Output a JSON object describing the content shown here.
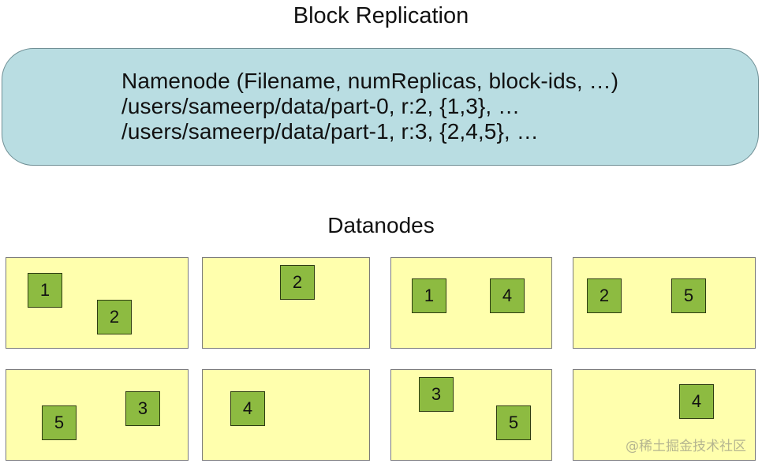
{
  "title": "Block Replication",
  "namenode": {
    "lines": [
      "Namenode (Filename, numReplicas, block-ids, …)",
      "/users/sameerp/data/part-0, r:2, {1,3}, …",
      "/users/sameerp/data/part-1, r:3, {2,4,5}, …"
    ]
  },
  "datanodes_label": "Datanodes",
  "datanodes": [
    {
      "blocks": [
        "1",
        "2"
      ]
    },
    {
      "blocks": [
        "2"
      ]
    },
    {
      "blocks": [
        "1",
        "4"
      ]
    },
    {
      "blocks": [
        "2",
        "5"
      ]
    },
    {
      "blocks": [
        "5",
        "3"
      ]
    },
    {
      "blocks": [
        "4"
      ]
    },
    {
      "blocks": [
        "3",
        "5"
      ]
    },
    {
      "blocks": [
        "4"
      ]
    }
  ],
  "watermark": "@稀土掘金技术社区",
  "colors": {
    "namenode_fill": "#b9dde2",
    "datanode_fill": "#ffffad",
    "block_fill": "#8dbb41"
  }
}
